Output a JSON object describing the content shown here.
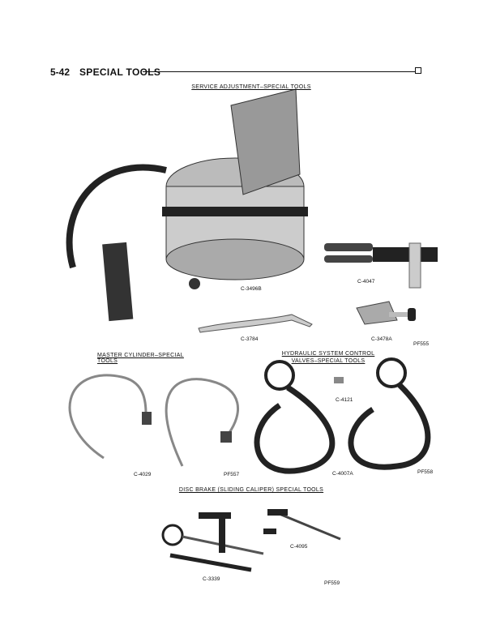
{
  "header": {
    "page_number": "5-42",
    "title": "SPECIAL TOOLS"
  },
  "sections": {
    "service": "SERVICE ADJUSTMENT–SPECIAL TOOLS",
    "master": "MASTER CYLINDER–SPECIAL TOOLS",
    "hydraulic_line1": "HYDRAULIC SYSTEM CONTROL",
    "hydraulic_line2": "VALVES–SPECIAL TOOLS",
    "disc": "DISC BRAKE (SLIDING CALIPER) SPECIAL TOOLS"
  },
  "labels": {
    "c3496b": "C-3496B",
    "c4047": "C-4047",
    "c3784": "C-3784",
    "c3478a": "C-3478A",
    "pf555": "PF555",
    "c4029": "C-4029",
    "pf557": "PF557",
    "c4121": "C-4121",
    "c4007a": "C-4007A",
    "pf558": "PF558",
    "c4095": "C-4095",
    "c3339": "C-3339",
    "pf559": "PF559"
  }
}
